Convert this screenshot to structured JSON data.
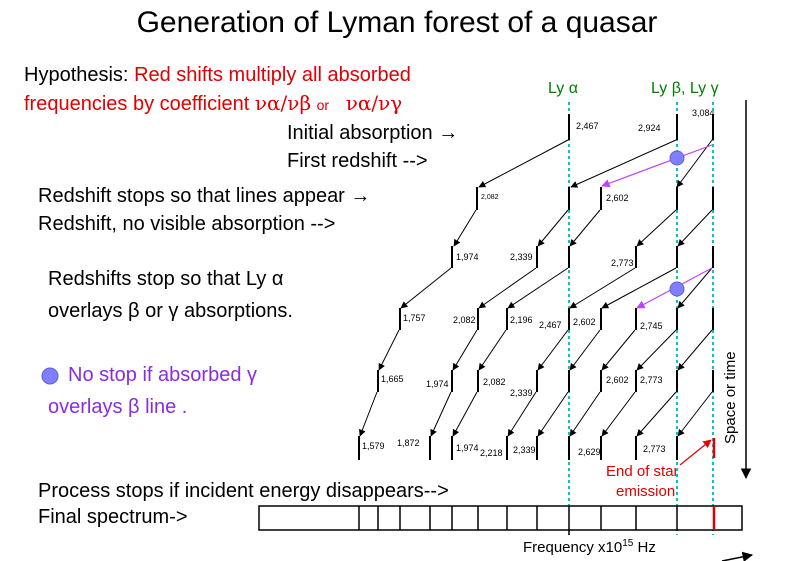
{
  "title": "Generation of Lyman forest of a quasar",
  "hypothesis": {
    "label": "Hypothesis: ",
    "text1": "Red shifts multiply all absorbed",
    "text2": "frequencies by coefficient",
    "ratio_ab": "να/νβ",
    "or": "or",
    "ratio_ag": "να/νγ"
  },
  "steps": {
    "initial": "Initial absorption →",
    "first_redshift": "First redshift -->",
    "stop_lines": "Redshift stops so that  lines appear →",
    "no_visible": "Redshift, no visible absorption -->",
    "overlay1": "Redshifts stop so that Ly α",
    "overlay2": "overlays β or γ absorptions.",
    "nostop1": "No stop if absorbed γ",
    "nostop2": "overlays β line .",
    "process_stops": "Process stops if incident energy disappears-->",
    "final_spectrum": "Final spectrum->",
    "end_star1": "End of star",
    "end_star2": "emission",
    "space_time": "Space or time",
    "freq_axis": "Frequency x10",
    "freq_exp": "15",
    "freq_unit": " Hz"
  },
  "lines": {
    "ly_alpha": "Ly α",
    "ly_beta_gamma": "Ly β, Ly γ"
  },
  "values": {
    "r0": [
      "2,467",
      "2,924",
      "3,084"
    ],
    "r1": [
      "2,082",
      "2,602"
    ],
    "r2": [
      "1,974",
      "2,339",
      "2,773"
    ],
    "r3": [
      "1,757",
      "2,082",
      "2,196",
      "2,467",
      "2,602",
      "2,745"
    ],
    "r4": [
      "1,665",
      "1,974",
      "2,082",
      "2,339",
      "2,602",
      "2,773"
    ],
    "r5": [
      "1,579",
      "1,872",
      "1,974",
      "2,218",
      "2,339",
      "2,629",
      "2,773"
    ]
  },
  "colors": {
    "ly_line": "#00c8c8",
    "marker": "#8080ff",
    "arrow_purple": "#c040ff",
    "red": "#e00000"
  }
}
